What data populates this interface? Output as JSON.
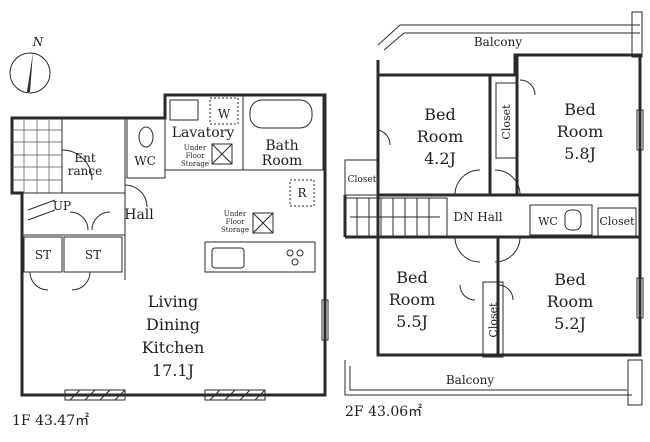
{
  "compass": {
    "north_label": "N"
  },
  "floor1": {
    "area_label": "1F 43.47㎡",
    "entrance": [
      "Ent",
      "rance"
    ],
    "wc": "WC",
    "hall": "Hall",
    "up": "UP",
    "st_left": "ST",
    "st_right": "ST",
    "lavatory": "Lavatory",
    "washer": "W",
    "under_floor_storage_1": [
      "Under",
      "Floor",
      "Storage"
    ],
    "under_floor_storage_2": [
      "Under",
      "Floor",
      "Storage"
    ],
    "bath_room": [
      "Bath",
      "Room"
    ],
    "refrigerator": "R",
    "ldk": [
      "Living",
      "Dining",
      "Kitchen",
      "17.1J"
    ]
  },
  "floor2": {
    "area_label": "2F 43.06㎡",
    "balcony_top": "Balcony",
    "balcony_bottom": "Balcony",
    "bed_42": [
      "Bed",
      "Room",
      "4.2J"
    ],
    "bed_58": [
      "Bed",
      "Room",
      "5.8J"
    ],
    "bed_55": [
      "Bed",
      "Room",
      "5.5J"
    ],
    "bed_52": [
      "Bed",
      "Room",
      "5.2J"
    ],
    "closet_small": "Closet",
    "closet_top": "Closet",
    "closet_bottom": "Closet",
    "closet_right": "Closet",
    "dn_hall": "DN Hall",
    "wc": "WC"
  }
}
